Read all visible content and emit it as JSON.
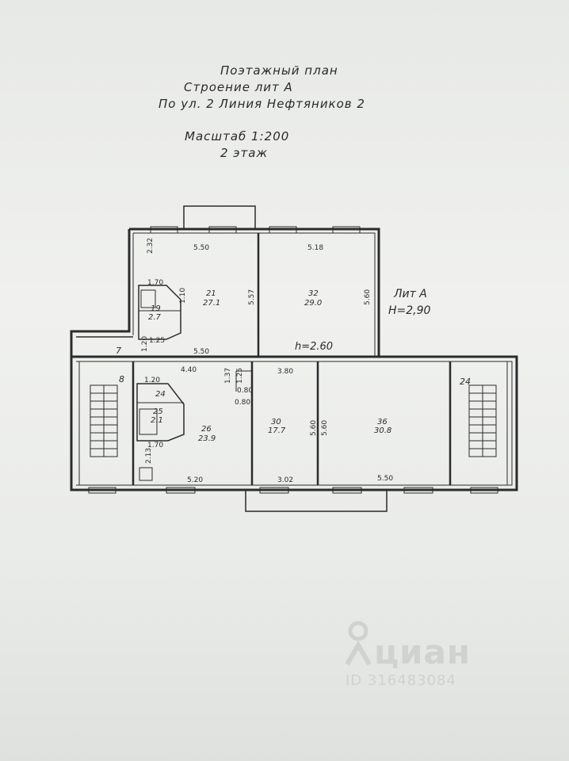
{
  "titles": {
    "line1": "Поэтажный план",
    "line2": "Строение лит А",
    "line3": "По ул. 2 Линия Нефтяников 2",
    "scale": "Масштаб 1:200",
    "floor": "2 этаж"
  },
  "annotations": {
    "lit": "Лит А",
    "height": "H=2,90",
    "ceiling": "h=2.60"
  },
  "rooms": {
    "r21": {
      "num": "21",
      "area": "27.1"
    },
    "r32": {
      "num": "32",
      "area": "29.0"
    },
    "r19": {
      "num": "19",
      "area": "2.7"
    },
    "r7": {
      "num": "7"
    },
    "r8": {
      "num": "8"
    },
    "r24a": {
      "num": "24"
    },
    "r25": {
      "num": "25",
      "area": "2.1"
    },
    "r26": {
      "num": "26",
      "area": "23.9"
    },
    "r30": {
      "num": "30",
      "area": "17.7"
    },
    "r36": {
      "num": "36",
      "area": "30.8"
    },
    "r24b": {
      "num": "24"
    }
  },
  "dims": {
    "d550top": "5.50",
    "d518": "5.18",
    "d232": "2.32",
    "d170a": "1.70",
    "d110": "1.10",
    "d557": "5.57",
    "d560a": "5.60",
    "d125a": "1.25",
    "d120a": "1.20",
    "d550mid": "5.50",
    "d440": "4.40",
    "d137": "1.37",
    "d125b": "1.25",
    "d380": "3.80",
    "d120b": "1.20",
    "d080a": "0.80",
    "d080b": "0.80",
    "d560b": "5.60",
    "d560c": "5.60",
    "d170b": "1.70",
    "d213": "2.13",
    "d520": "5.20",
    "d302": "3.02",
    "d550bot": "5.50"
  },
  "watermark": {
    "brand": "циан",
    "id": "ID 316483084"
  },
  "colors": {
    "ink": "#2b2b2b",
    "paper": "#eceeeb"
  }
}
